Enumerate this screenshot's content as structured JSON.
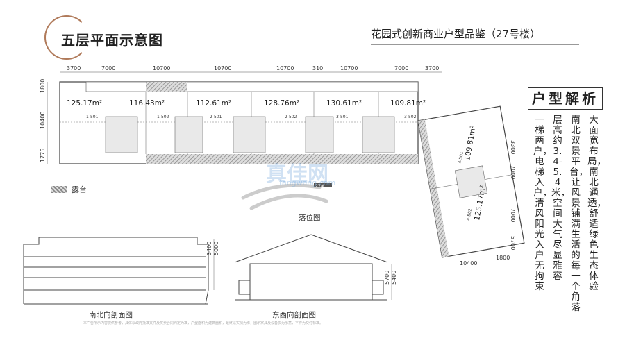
{
  "header": {
    "title": "五层平面示意图",
    "subtitle": "花园式创新商业户型品鉴（27号楼）"
  },
  "analysis": {
    "title": "户型解析",
    "columns": [
      "大面宽布局，南北通透，舒适绿色生态体验",
      "南北双景平台，让风景铺满生活的每一个角落",
      "层高约3.4-5.4米，空间大气尽显雅容",
      "一梯两户，电梯入户，清风阳光入户无拘束"
    ]
  },
  "plan": {
    "top_dims": [
      "3700",
      "7000",
      "10700",
      "10700",
      "10700",
      "310",
      "10700",
      "7000",
      "3700"
    ],
    "left_dims": [
      "1800",
      "10400",
      "1775"
    ],
    "right_dims": [
      "3300",
      "7000",
      "7000",
      "5700"
    ],
    "bottom_dims": [
      "10400",
      "1800"
    ],
    "units": [
      {
        "area": "125.17m²",
        "no": "1-501"
      },
      {
        "area": "116.43m²",
        "no": "1-502"
      },
      {
        "area": "112.61m²",
        "no": "2-501"
      },
      {
        "area": "128.76m²",
        "no": "2-502"
      },
      {
        "area": "130.61m²",
        "no": "3-501"
      },
      {
        "area": "109.81m²",
        "no": "3-502"
      }
    ],
    "wing_units": [
      {
        "area": "109.81m²",
        "no": "4-501"
      },
      {
        "area": "125.17m²",
        "no": "4-502"
      }
    ]
  },
  "legend": {
    "label": "露台"
  },
  "site": {
    "building_no": "27#",
    "caption": "落位图"
  },
  "sections": {
    "north_south": {
      "caption": "南北向剖面图",
      "dims": [
        "3400",
        "5000"
      ]
    },
    "east_west": {
      "caption": "东西向剖面图",
      "dims": [
        "5700",
        "5400"
      ]
    }
  },
  "watermark": {
    "main": "真佳网",
    "sub": "fangwang.com"
  },
  "disclaimer": "本广告所示内容仅供参考，具体以政府批准文件及买卖合同约定为准，户型面积为建筑面积，最终以实测为准，图示家具及设备仅为示意，不作为交付标准。"
}
